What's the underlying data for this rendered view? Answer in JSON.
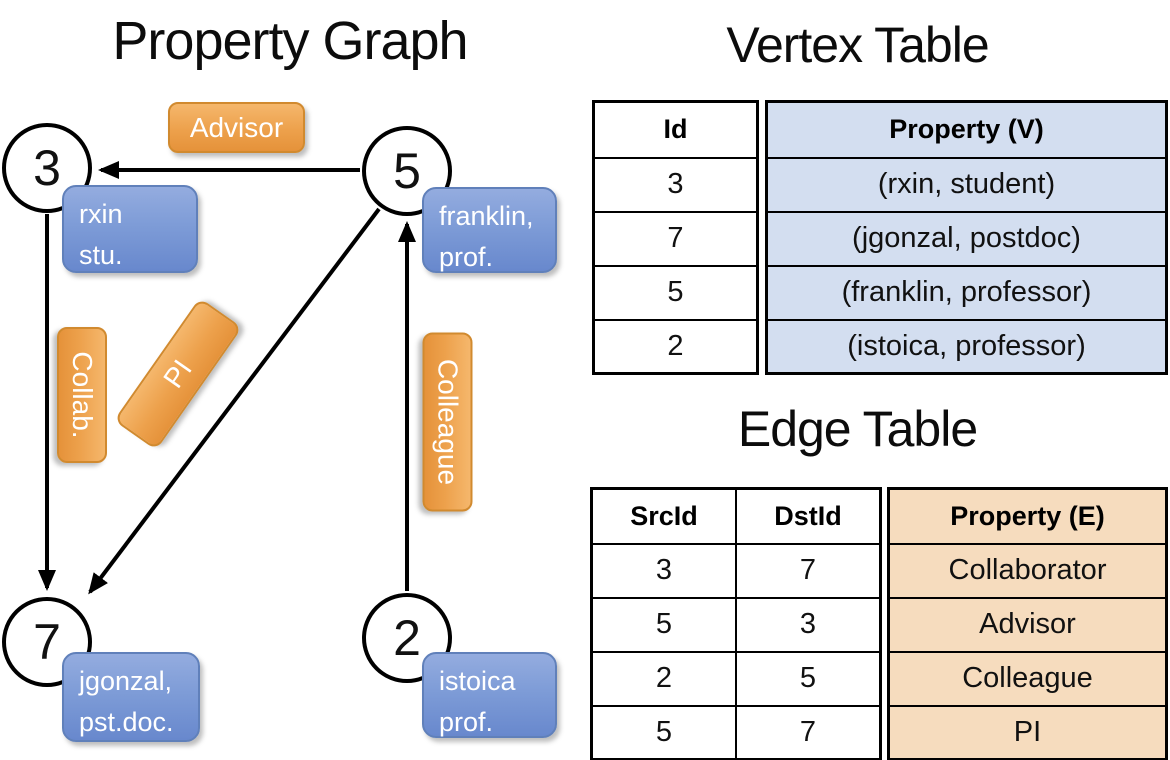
{
  "colors": {
    "edge_label_orange": "#eda14c",
    "vertex_label_blue": "#7e9cd7",
    "vertex_property_cell_fill": "#d3def0",
    "edge_property_cell_fill": "#f6dcbe",
    "line_and_border": "#000000"
  },
  "graph": {
    "title": "Property Graph",
    "nodes": {
      "n3": {
        "id": "3",
        "line1": "rxin",
        "line2": "stu."
      },
      "n5": {
        "id": "5",
        "line1": "franklin,",
        "line2": "prof."
      },
      "n7": {
        "id": "7",
        "line1": "jgonzal,",
        "line2": "pst.doc."
      },
      "n2": {
        "id": "2",
        "line1": "istoica",
        "line2": "prof."
      }
    },
    "edge_labels": {
      "advisor": "Advisor",
      "collab": "Collab.",
      "pi": "PI",
      "colleague": "Colleague"
    }
  },
  "vertex_table": {
    "title": "Vertex Table",
    "id_header": "Id",
    "property_header": "Property (V)",
    "rows": [
      {
        "id": "3",
        "property": "(rxin, student)"
      },
      {
        "id": "7",
        "property": "(jgonzal, postdoc)"
      },
      {
        "id": "5",
        "property": "(franklin, professor)"
      },
      {
        "id": "2",
        "property": "(istoica, professor)"
      }
    ]
  },
  "edge_table": {
    "title": "Edge Table",
    "src_header": "SrcId",
    "dst_header": "DstId",
    "property_header": "Property (E)",
    "rows": [
      {
        "src": "3",
        "dst": "7",
        "property": "Collaborator"
      },
      {
        "src": "5",
        "dst": "3",
        "property": "Advisor"
      },
      {
        "src": "2",
        "dst": "5",
        "property": "Colleague"
      },
      {
        "src": "5",
        "dst": "7",
        "property": "PI"
      }
    ]
  }
}
